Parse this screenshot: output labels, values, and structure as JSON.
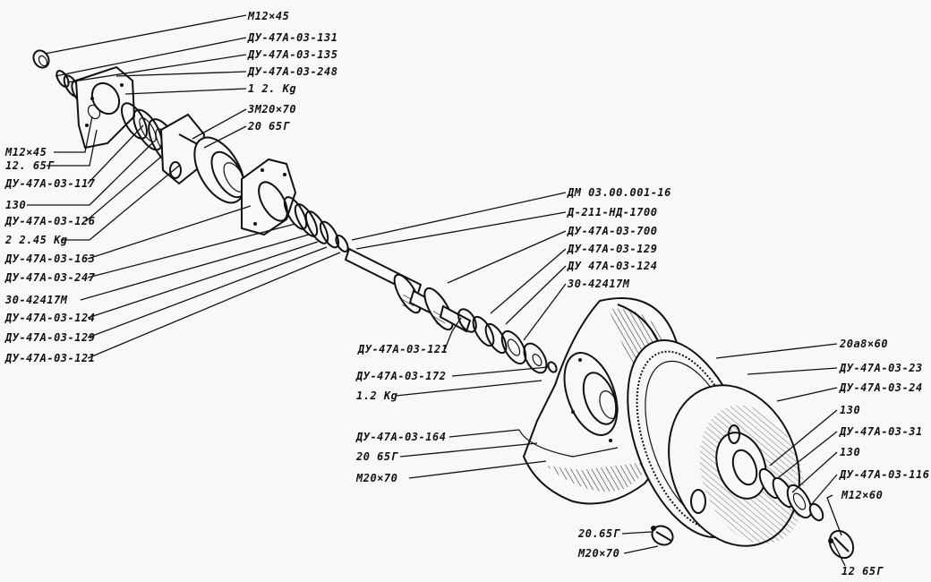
{
  "drawing": {
    "title": "Exploded view of drive shaft and flywheel assembly",
    "colors": {
      "background": "#f8f8f8",
      "ink": "#111111"
    }
  },
  "labels": {
    "top_group": [
      "M12×45",
      "ДУ-47А-03-131",
      "ДУ-47А-03-135",
      "ДУ-47А-03-248",
      "1 2. Kg",
      "3M20×70",
      "20 65Г"
    ],
    "left_group": [
      "M12×45",
      "12. 65Г",
      "ДУ-47А-03-117",
      "130",
      "ДУ-47А-03-126",
      "2 2.45 Kg",
      "ДУ-47А-03-163",
      "ДУ-47А-03-247",
      "30-42417M",
      "ДУ-47А-03-124",
      "ДУ-47А-03-129",
      "ДУ-47А-03-121"
    ],
    "middle_right_group": [
      "ДM 03.00.001-16",
      "Д-211-HД-1700",
      "ДУ-47А-03-700",
      "ДУ-47А-03-129",
      "ДУ 47А-03-124",
      "30-42417M"
    ],
    "center_group": [
      "ДУ-47А-03-121",
      "ДУ-47А-03-172",
      "1.2 Kg",
      "ДУ-47А-03-164",
      "20 65Г",
      "M20×70"
    ],
    "right_group": [
      "20а8×60",
      "ДУ-47А-03-23",
      "ДУ-47А-03-24",
      "130",
      "ДУ-47А-03-31",
      "130",
      "ДУ-47А-03-116",
      "M12×60"
    ],
    "bottom_group": [
      "20.65Г",
      "M20×70",
      "12 65Г"
    ]
  }
}
